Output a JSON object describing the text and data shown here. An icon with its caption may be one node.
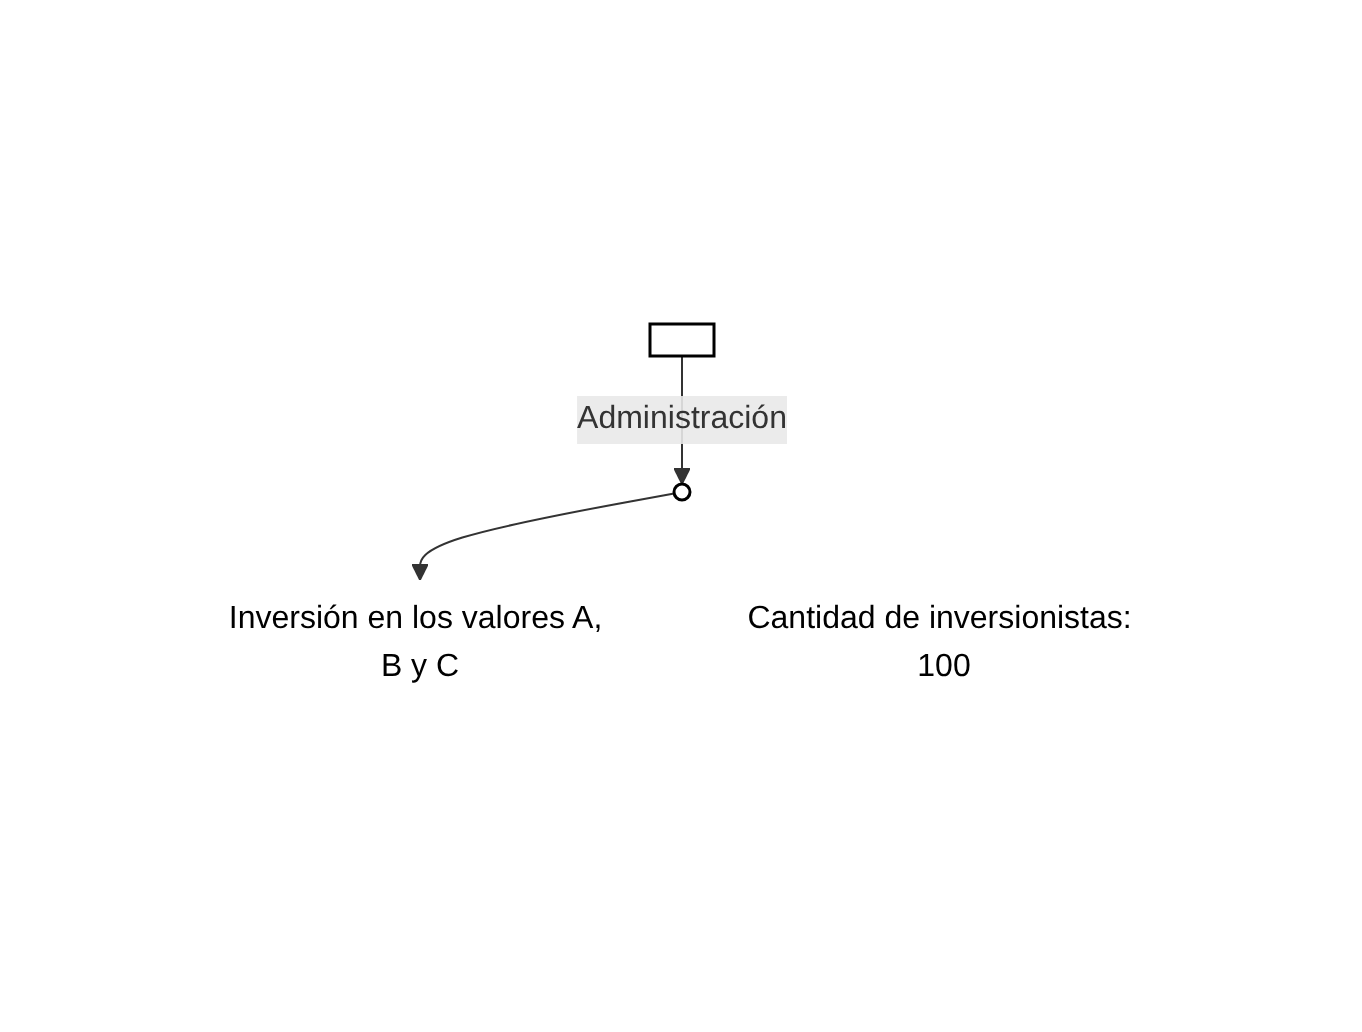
{
  "diagram": {
    "nodes": [
      {
        "text": [],
        "shape": "box"
      },
      {
        "text": [],
        "shape": "circle",
        "beside": [
          "Cantidad de inversionistas: 100"
        ]
      },
      {
        "text": [
          "Inversión en los valores A, B y C"
        ]
      }
    ],
    "edges": [
      {
        "from": 0,
        "to": 1,
        "arrow": "to",
        "label": "Administración"
      },
      {
        "from": 1,
        "to": 2,
        "arrow": "to"
      }
    ]
  }
}
